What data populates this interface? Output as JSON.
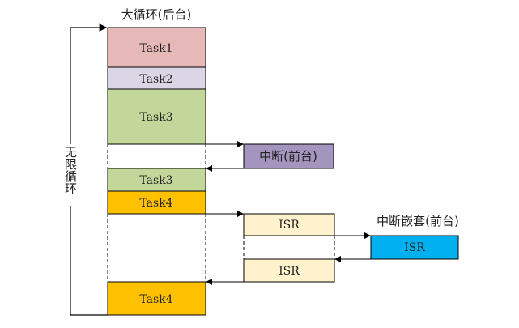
{
  "title": "大循环(后台)",
  "loop_label": "无限循环",
  "tasks": [
    "Task1",
    "Task2",
    "Task3",
    "Task3",
    "Task4",
    "Task4"
  ],
  "interrupt_label": "中断(前台)",
  "isr_label": "ISR",
  "nested_label": "中断嵌套(前台)",
  "colors": {
    "task1": "#e6b9b8",
    "task2": "#dcd5e6",
    "task3": "#c4d79b",
    "task4": "#ffc000",
    "interrupt": "#a495be",
    "isr": "#fff2cc",
    "nested_isr": "#00b0f0"
  }
}
